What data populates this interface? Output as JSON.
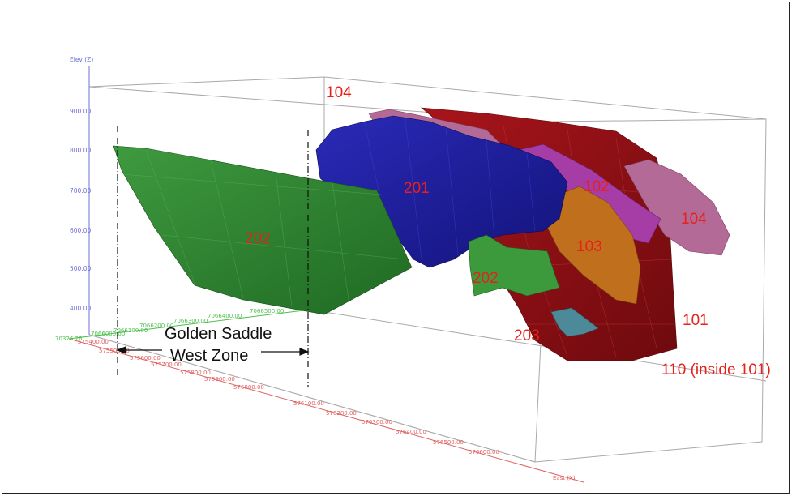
{
  "axes": {
    "z_title": "Elev (Z)",
    "z_ticks": [
      "900.00",
      "800.00",
      "700.00",
      "600.00",
      "500.00",
      "400.00"
    ],
    "origin_label": "70326.26",
    "x_title": "East (X)",
    "x_ticks": [
      "575400.00",
      "575500.00",
      "575600.00",
      "575700.00",
      "575800.00",
      "575900.00",
      "576000.00",
      "576100.00",
      "576200.00",
      "576300.00",
      "576400.00",
      "576500.00",
      "576600.00"
    ],
    "y_ticks": [
      "7066000.00",
      "7066100.00",
      "7066200.00",
      "7066300.00",
      "7066400.00",
      "7066500.00"
    ]
  },
  "zones": {
    "z104_top": "104",
    "z201": "201",
    "z202_main": "202",
    "z202_small": "202",
    "z102": "102",
    "z103": "103",
    "z104_right": "104",
    "z203": "203",
    "z101": "101",
    "z110": "110 (inside 101)"
  },
  "annotation": {
    "line1": "Golden Saddle",
    "line2": "West Zone"
  },
  "colors": {
    "green": "#2f7d2f",
    "blue": "#1c1c9e",
    "dark_red": "#8b0f14",
    "pink": "#b46a96",
    "purple": "#a63ca6",
    "orange": "#c0701c",
    "teal": "#4c8a9a",
    "label": "#e8201a"
  }
}
